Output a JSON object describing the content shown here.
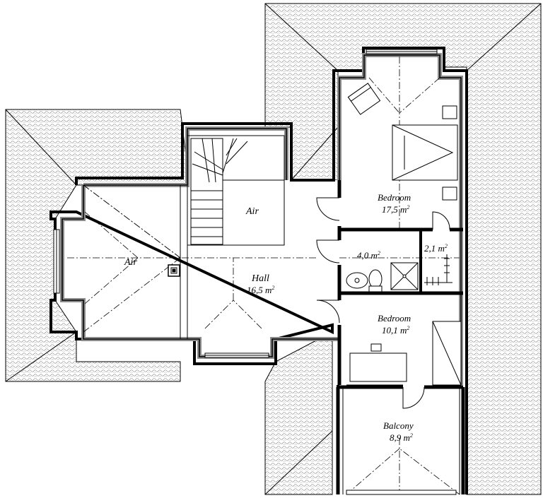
{
  "rooms": {
    "air_left": {
      "name": "Air"
    },
    "air_stair": {
      "name": "Air"
    },
    "hall": {
      "name": "Hall",
      "area": "16,5 m",
      "unit_sup": "2"
    },
    "bedroom_top": {
      "name": "Bedroom",
      "area": "17,5 m",
      "unit_sup": "2"
    },
    "bathroom": {
      "area": "4,0 m",
      "unit_sup": "2"
    },
    "wc": {
      "area": "2,1 m",
      "unit_sup": "2"
    },
    "bedroom_mid": {
      "name": "Bedroom",
      "area": "10,1 m",
      "unit_sup": "2"
    },
    "balcony": {
      "name": "Balcony",
      "area": "8,9 m",
      "unit_sup": "2"
    }
  },
  "colors": {
    "wall": "#000000",
    "wall_inner": "#8c8c8c",
    "roof_texture": "#6e6e6e",
    "background": "#ffffff"
  }
}
